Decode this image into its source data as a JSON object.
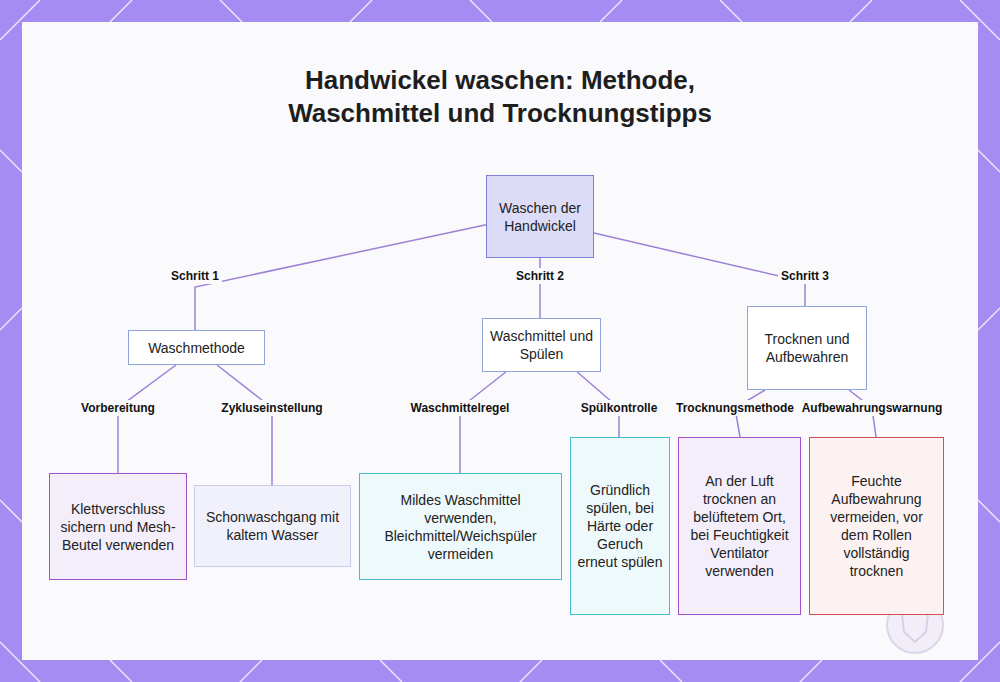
{
  "diagram": {
    "title": "Handwickel waschen: Methode, Waschmittel und Trocknungstipps",
    "nodes": [
      {
        "text": [
          "Waschen der Handwickel"
        ]
      },
      {
        "text": [
          "Waschmethode"
        ]
      },
      {
        "text": [
          "Waschmittel und Spülen"
        ]
      },
      {
        "text": [
          "Trocknen und Aufbewahren"
        ]
      },
      {
        "text": [
          "Klettverschluss sichern und Mesh-Beutel verwenden"
        ]
      },
      {
        "text": [
          "Schonwaschgang mit kaltem Wasser"
        ]
      },
      {
        "text": [
          "Mildes Waschmittel verwenden, Bleichmittel/Weichspüler vermeiden"
        ]
      },
      {
        "text": [
          "Gründlich spülen, bei Härte oder Geruch erneut spülen"
        ]
      },
      {
        "text": [
          "An der Luft trocknen an belüftetem Ort, bei Feuchtigkeit Ventilator verwenden"
        ]
      },
      {
        "text": [
          "Feuchte Aufbewahrung vermeiden, vor dem Rollen vollständig trocknen"
        ]
      }
    ],
    "edges": [
      {
        "from": 0,
        "to": 1,
        "arrow": "none",
        "label": "Schritt 1"
      },
      {
        "from": 0,
        "to": 2,
        "arrow": "none",
        "label": "Schritt 2"
      },
      {
        "from": 0,
        "to": 3,
        "arrow": "none",
        "label": "Schritt 3"
      },
      {
        "from": 1,
        "to": 4,
        "arrow": "none",
        "label": "Vorbereitung"
      },
      {
        "from": 1,
        "to": 5,
        "arrow": "none",
        "label": "Zykluseinstellung"
      },
      {
        "from": 2,
        "to": 6,
        "arrow": "none",
        "label": "Waschmittelregel"
      },
      {
        "from": 2,
        "to": 7,
        "arrow": "none",
        "label": "Spülkontrolle"
      },
      {
        "from": 3,
        "to": 8,
        "arrow": "none",
        "label": "Trocknungsmethode"
      },
      {
        "from": 3,
        "to": 9,
        "arrow": "none",
        "label": "Aufbewahrungswarnung"
      }
    ]
  }
}
